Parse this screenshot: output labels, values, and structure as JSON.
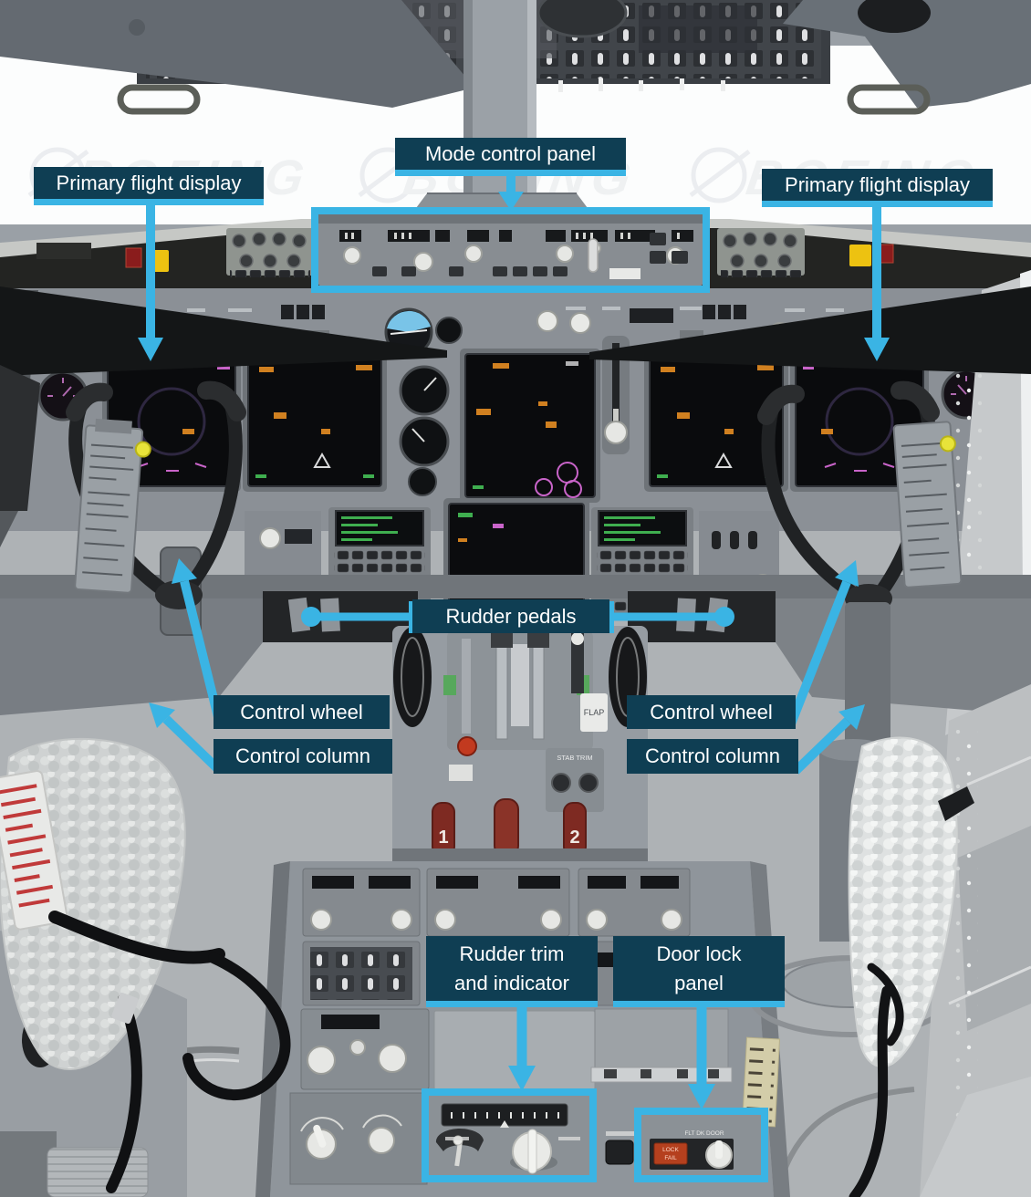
{
  "figure": {
    "subject": "Boeing 737 flight deck photograph with annotated flight controls",
    "watermark": "BOEING"
  },
  "colors": {
    "annotation_cyan": "#3ab4e4",
    "label_background": "#0f3e53",
    "label_text": "#ffffff"
  },
  "labels": {
    "mode_control_panel": {
      "text": "Mode control panel"
    },
    "primary_flight_display_left": {
      "text": "Primary flight display"
    },
    "primary_flight_display_right": {
      "text": "Primary flight display"
    },
    "rudder_pedals": {
      "text": "Rudder pedals"
    },
    "control_wheel_left": {
      "text": "Control wheel"
    },
    "control_column_left": {
      "text": "Control column"
    },
    "control_wheel_right": {
      "text": "Control wheel"
    },
    "control_column_right": {
      "text": "Control column"
    },
    "rudder_trim_and_indicator": {
      "line1": "Rudder trim",
      "line2": "and indicator"
    },
    "door_lock_panel": {
      "line1": "Door lock",
      "line2": "panel"
    }
  },
  "photo_placards": {
    "flap": "FLAP",
    "stab_trim": "STAB TRIM",
    "engine_start_lever_1": "1",
    "engine_start_lever_2": "2",
    "door_lock_fail_line1": "LOCK",
    "door_lock_fail_line2": "FAIL",
    "door_lock_placard": "FLT DK DOOR"
  }
}
